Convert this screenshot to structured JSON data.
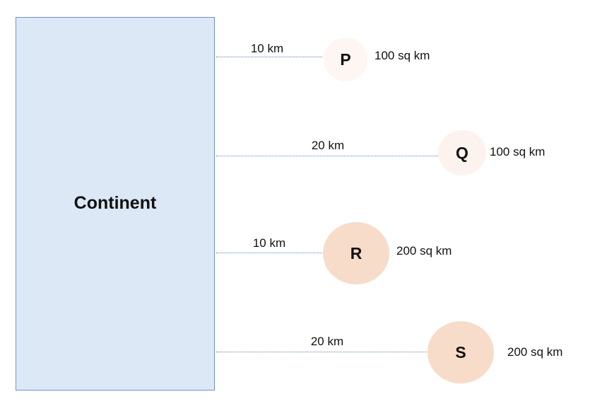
{
  "continent": {
    "label": "Continent"
  },
  "islands": [
    {
      "id": "P",
      "distance": "10 km",
      "area": "100 sq km"
    },
    {
      "id": "Q",
      "distance": "20 km",
      "area": "100 sq km"
    },
    {
      "id": "R",
      "distance": "10 km",
      "area": "200 sq km"
    },
    {
      "id": "S",
      "distance": "20 km",
      "area": "200 sq km"
    }
  ],
  "colors": {
    "continent_fill": "#dce8f5",
    "continent_border": "#6f93c4",
    "connector": "#5f86bd",
    "small_island_fill": "#fdf3ee",
    "large_island_fill": "#f7dcca"
  }
}
